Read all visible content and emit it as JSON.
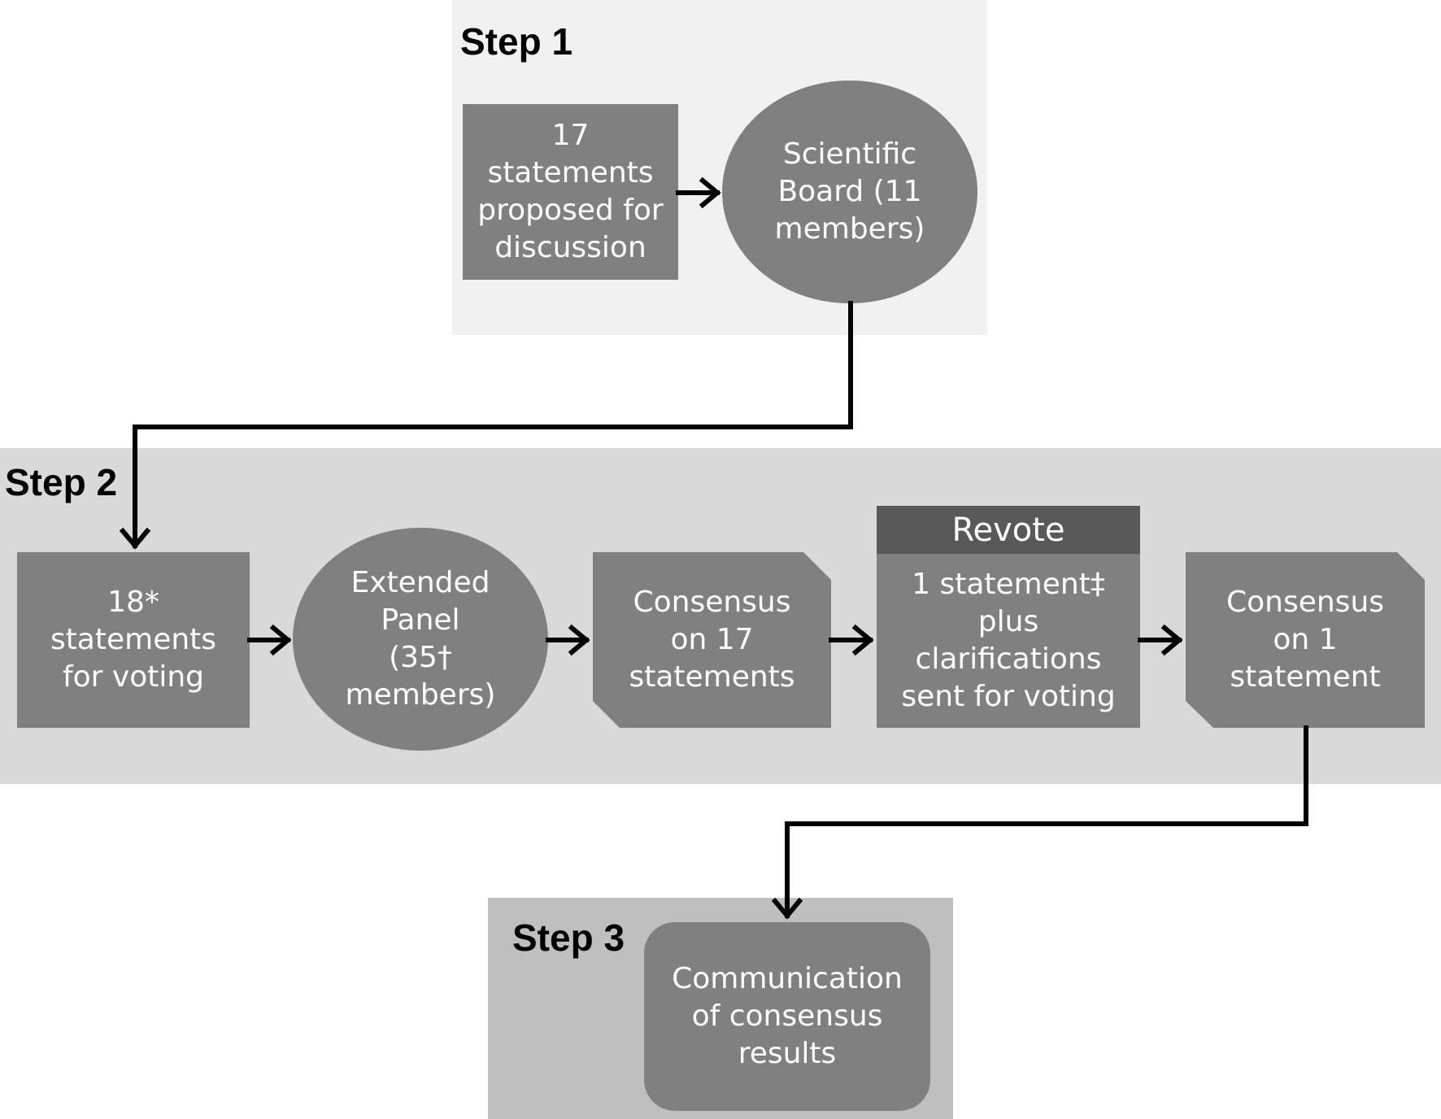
{
  "step1": {
    "title": "Step 1",
    "statements_box": "17\nstatements\nproposed for\ndiscussion",
    "board_ellipse": "Scientific\nBoard (11\nmembers)"
  },
  "step2": {
    "title": "Step 2",
    "voting_box": "18*\nstatements\nfor voting",
    "panel_ellipse": "Extended\nPanel\n(35†\nmembers)",
    "consensus17": "Consensus\non 17\nstatements",
    "revote_header": "Revote",
    "revote_body": "1 statement‡\nplus\nclarifications\nsent for voting",
    "consensus1": "Consensus\non 1\nstatement"
  },
  "step3": {
    "title": "Step 3",
    "communication_box": "Communication\nof consensus\nresults"
  },
  "colors": {
    "step1_bg": "#f1f1f1",
    "step2_bg": "#d9d9d9",
    "step3_bg": "#bfbfbf",
    "node_fill": "#808080",
    "revote_header_fill": "#595959",
    "arrow": "#000000"
  }
}
